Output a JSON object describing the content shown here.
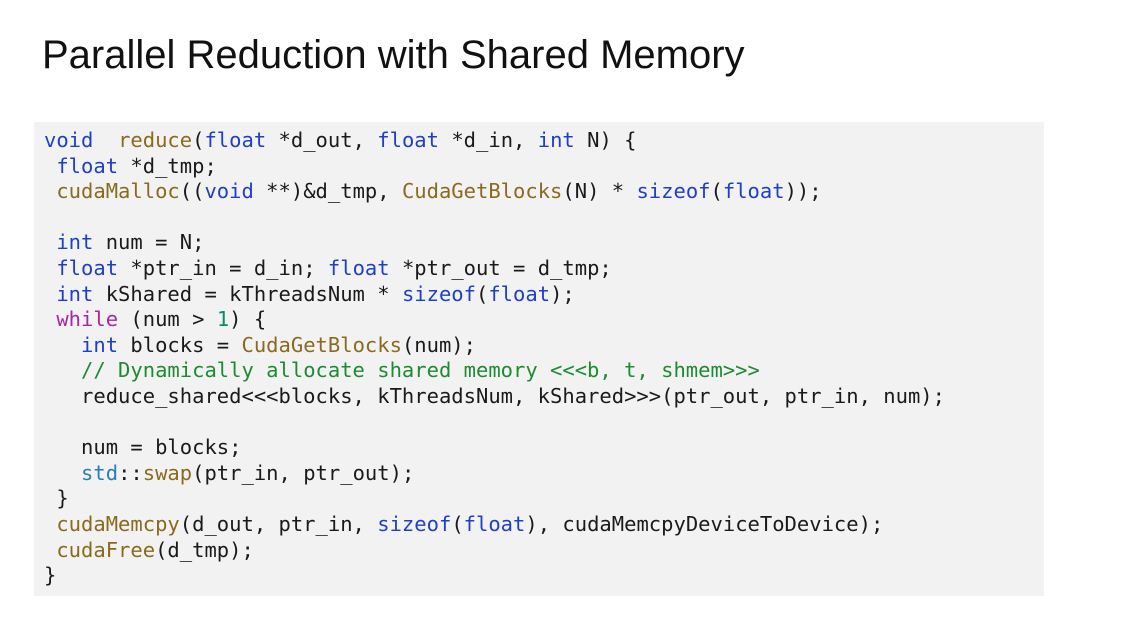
{
  "slide": {
    "title": "Parallel Reduction with Shared Memory"
  },
  "code": {
    "lines": [
      [
        [
          "kw",
          "void"
        ],
        [
          "",
          "  "
        ],
        [
          "fn",
          "reduce"
        ],
        [
          "",
          "("
        ],
        [
          "kw",
          "float"
        ],
        [
          "",
          " *d_out, "
        ],
        [
          "kw",
          "float"
        ],
        [
          "",
          " *d_in, "
        ],
        [
          "kw",
          "int"
        ],
        [
          "",
          " N) {"
        ]
      ],
      [
        [
          "",
          " "
        ],
        [
          "kw",
          "float"
        ],
        [
          "",
          " *d_tmp;"
        ]
      ],
      [
        [
          "",
          " "
        ],
        [
          "fn",
          "cudaMalloc"
        ],
        [
          "",
          "(("
        ],
        [
          "kw",
          "void"
        ],
        [
          "",
          " **)&d_tmp, "
        ],
        [
          "fn",
          "CudaGetBlocks"
        ],
        [
          "",
          "(N) * "
        ],
        [
          "kw",
          "sizeof"
        ],
        [
          "",
          "("
        ],
        [
          "kw",
          "float"
        ],
        [
          "",
          "));"
        ]
      ],
      [],
      [
        [
          "",
          " "
        ],
        [
          "kw",
          "int"
        ],
        [
          "",
          " num = N;"
        ]
      ],
      [
        [
          "",
          " "
        ],
        [
          "kw",
          "float"
        ],
        [
          "",
          " *ptr_in = d_in; "
        ],
        [
          "kw",
          "float"
        ],
        [
          "",
          " *ptr_out = d_tmp;"
        ]
      ],
      [
        [
          "",
          " "
        ],
        [
          "kw",
          "int"
        ],
        [
          "",
          " kShared = kThreadsNum * "
        ],
        [
          "kw",
          "sizeof"
        ],
        [
          "",
          "("
        ],
        [
          "kw",
          "float"
        ],
        [
          "",
          ");"
        ]
      ],
      [
        [
          "",
          " "
        ],
        [
          "ctl",
          "while"
        ],
        [
          "",
          " (num > "
        ],
        [
          "num",
          "1"
        ],
        [
          "",
          ") {"
        ]
      ],
      [
        [
          "",
          "   "
        ],
        [
          "kw",
          "int"
        ],
        [
          "",
          " blocks = "
        ],
        [
          "fn",
          "CudaGetBlocks"
        ],
        [
          "",
          "(num);"
        ]
      ],
      [
        [
          "",
          "   "
        ],
        [
          "cm",
          "// Dynamically allocate shared memory <<<b, t, shmem>>>"
        ]
      ],
      [
        [
          "",
          "   reduce_shared<<<blocks, kThreadsNum, kShared>>>(ptr_out, ptr_in, num);"
        ]
      ],
      [],
      [
        [
          "",
          "   num = blocks;"
        ]
      ],
      [
        [
          "",
          "   "
        ],
        [
          "ns",
          "std"
        ],
        [
          "",
          "::"
        ],
        [
          "fn",
          "swap"
        ],
        [
          "",
          "(ptr_in, ptr_out);"
        ]
      ],
      [
        [
          "",
          " }"
        ]
      ],
      [
        [
          "",
          " "
        ],
        [
          "fn",
          "cudaMemcpy"
        ],
        [
          "",
          "(d_out, ptr_in, "
        ],
        [
          "kw",
          "sizeof"
        ],
        [
          "",
          "("
        ],
        [
          "kw",
          "float"
        ],
        [
          "",
          "), cudaMemcpyDeviceToDevice);"
        ]
      ],
      [
        [
          "",
          " "
        ],
        [
          "fn",
          "cudaFree"
        ],
        [
          "",
          "(d_tmp);"
        ]
      ],
      [
        [
          "",
          "}"
        ]
      ]
    ]
  },
  "colors": {
    "keyword": "#1f3fc4",
    "function": "#8a6a1e",
    "control": "#a626a4",
    "comment": "#1e8a32",
    "number": "#0d8a6b",
    "code_background": "#f2f2f2"
  }
}
